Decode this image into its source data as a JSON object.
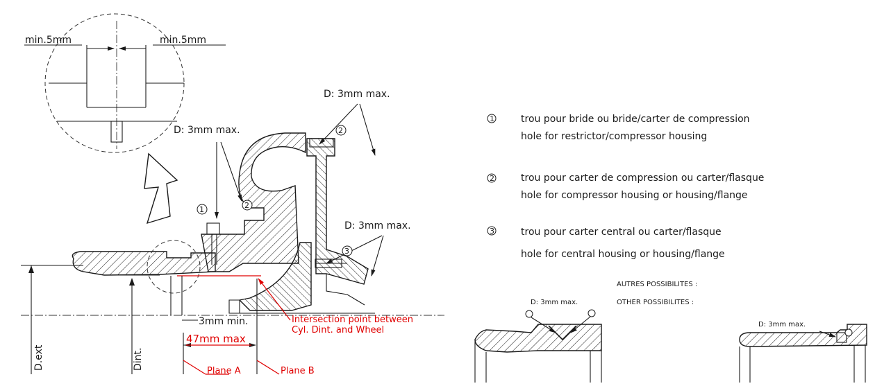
{
  "detail": {
    "left_min": "min.5mm",
    "right_min": "min.5mm"
  },
  "main": {
    "d1_label": "D: 3mm  max.",
    "d2_label": "D: 3mm  max.",
    "d3_label": "D: 3mm  max.",
    "min3": "3mm  min.",
    "intersection_line1": "Intersection point between",
    "intersection_line2": "Cyl. Dint. and Wheel",
    "max47": "47mm  max",
    "plane_a": "Plane  A",
    "plane_b": "Plane  B",
    "dext": "D.ext",
    "dint": "Dint.",
    "callout_1": "1",
    "callout_2": "2",
    "callout_3": "3"
  },
  "legend": [
    {
      "num": "1",
      "fr": "trou  pour  bride  ou  bride/carter  de  compression",
      "en": "hole  for  restrictor/compressor  housing"
    },
    {
      "num": "2",
      "fr": "trou  pour  carter  de  compression  ou  carter/flasque",
      "en": "hole  for  compressor  housing  or  housing/flange"
    },
    {
      "num": "3",
      "fr": "trou  pour  carter  central  ou  carter/flasque",
      "en": "hole  for  central  housing  or  housing/flange"
    }
  ],
  "other": {
    "title_fr": "AUTRES  POSSIBILITES  :",
    "title_en": "OTHER  POSSIBILITES  :",
    "d_left": "D: 3mm  max.",
    "d_right": "D: 3mm  max."
  },
  "colors": {
    "ink": "#1a1a1a",
    "red": "#e00000"
  }
}
